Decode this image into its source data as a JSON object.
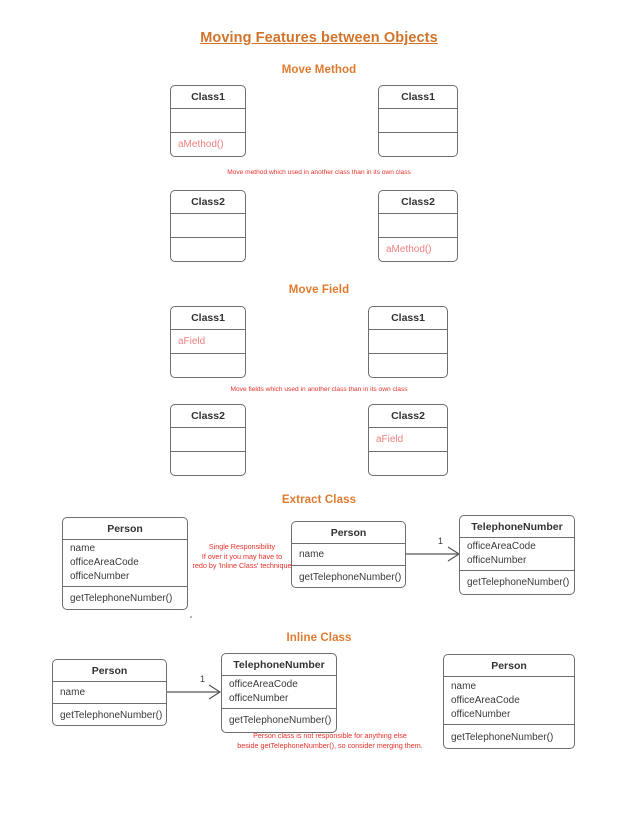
{
  "page": {
    "title": "Moving Features between Objects"
  },
  "sections": {
    "move_method": {
      "title": "Move Method",
      "caption": "Move method which used in another class than in its own class",
      "before_top": {
        "name": "Class1",
        "attributes": "",
        "operations": "aMethod()",
        "highlight": "operations"
      },
      "after_top": {
        "name": "Class1",
        "attributes": "",
        "operations": ""
      },
      "before_bottom": {
        "name": "Class2",
        "attributes": "",
        "operations": ""
      },
      "after_bottom": {
        "name": "Class2",
        "attributes": "",
        "operations": "aMethod()",
        "highlight": "operations"
      }
    },
    "move_field": {
      "title": "Move Field",
      "caption": "Move fields which used in another class than in its own class",
      "before_top": {
        "name": "Class1",
        "attributes": "aField",
        "operations": "",
        "highlight": "attributes"
      },
      "after_top": {
        "name": "Class1",
        "attributes": "",
        "operations": ""
      },
      "before_bottom": {
        "name": "Class2",
        "attributes": "",
        "operations": ""
      },
      "after_bottom": {
        "name": "Class2",
        "attributes": "aField",
        "operations": "",
        "highlight": "attributes"
      }
    },
    "extract_class": {
      "title": "Extract Class",
      "note_line1": "Single Responsibility",
      "note_line2": "If over it you may have to",
      "note_line3": "redo by 'Inline Class' technique",
      "before": {
        "name": "Person",
        "attributes": "name\nofficeAreaCode\nofficeNumber",
        "operations": "getTelephoneNumber()"
      },
      "after_person": {
        "name": "Person",
        "attributes": "name",
        "operations": "getTelephoneNumber()"
      },
      "after_telephone": {
        "name": "TelephoneNumber",
        "attributes": "officeAreaCode\nofficeNumber",
        "operations": "getTelephoneNumber()"
      },
      "multiplicity": "1"
    },
    "inline_class": {
      "title": "Inline Class",
      "caption_line1": "Person class is not responsible for anything else",
      "caption_line2": "beside getTelephoneNumber(), so consider merging them.",
      "before_person": {
        "name": "Person",
        "attributes": "name",
        "operations": "getTelephoneNumber()"
      },
      "before_telephone": {
        "name": "TelephoneNumber",
        "attributes": "officeAreaCode\nofficeNumber",
        "operations": "getTelephoneNumber()"
      },
      "after": {
        "name": "Person",
        "attributes": "name\nofficeAreaCode\nofficeNumber",
        "operations": "getTelephoneNumber()"
      },
      "multiplicity": "1"
    }
  },
  "colors": {
    "title": "#d2732a",
    "section_title": "#e07b2e",
    "annotation": "#e8312a",
    "highlight": "#f08080",
    "box_border": "#6e6e6e"
  }
}
